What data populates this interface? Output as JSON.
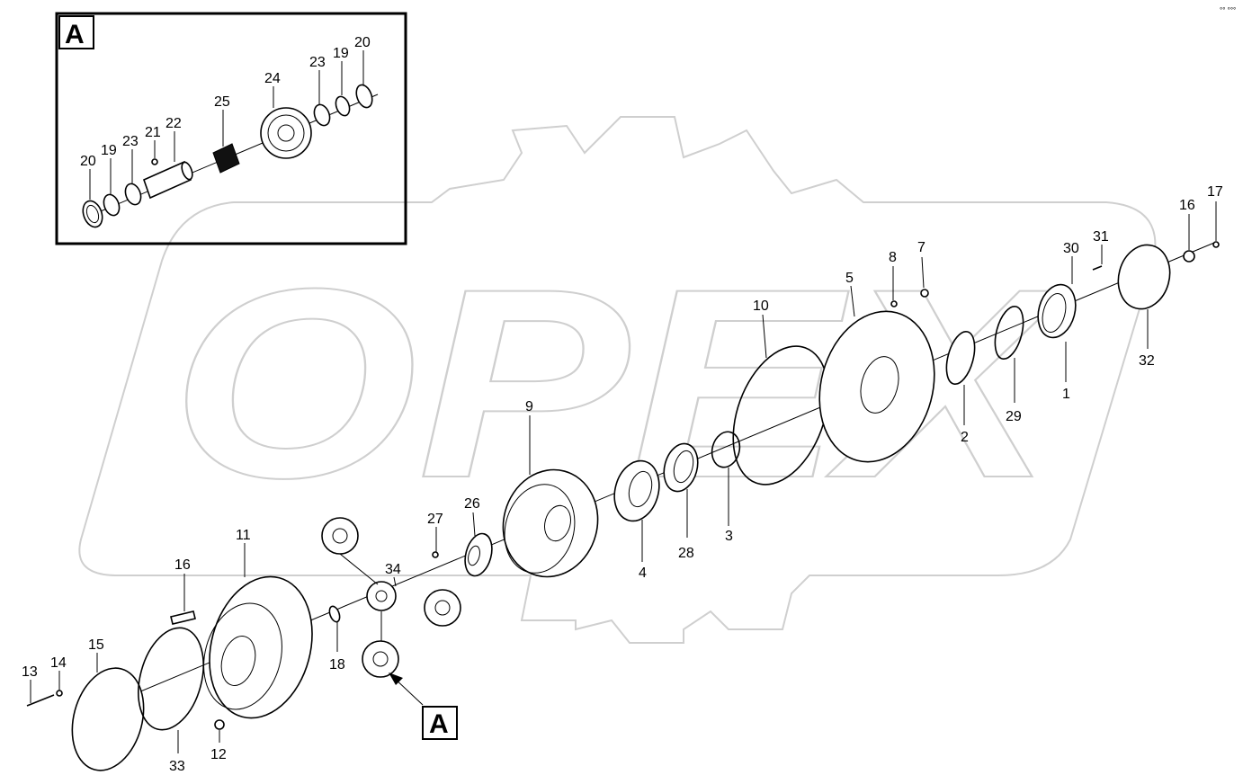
{
  "diagram": {
    "detail_box_label": "A",
    "detail_ref_label": "A",
    "corner_mark": "°° °°°",
    "watermark_text": "OPEX",
    "callouts": {
      "c1": "1",
      "c2": "2",
      "c3": "3",
      "c4": "4",
      "c5": "5",
      "c7": "7",
      "c8": "8",
      "c9": "9",
      "c10": "10",
      "c11": "11",
      "c12": "12",
      "c13": "13",
      "c14": "14",
      "c15": "15",
      "c16a": "16",
      "c16b": "16",
      "c17": "17",
      "c18": "18",
      "c26": "26",
      "c27": "27",
      "c28": "28",
      "c29": "29",
      "c30": "30",
      "c31": "31",
      "c32": "32",
      "c33": "33",
      "c34": "34",
      "a20a": "20",
      "a19a": "19",
      "a23a": "23",
      "a21": "21",
      "a22": "22",
      "a25": "25",
      "a24": "24",
      "a23b": "23",
      "a19b": "19",
      "a20b": "20"
    }
  }
}
